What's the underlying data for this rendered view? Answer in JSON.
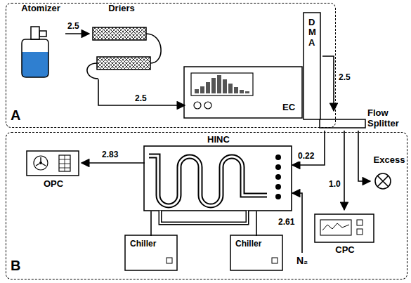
{
  "diagram": {
    "nodes": [
      {
        "text": [
          "A"
        ]
      },
      {
        "text": [
          "Atomizer"
        ],
        "in": 0
      },
      {
        "text": [
          "Driers"
        ],
        "in": 0
      },
      {
        "text": [
          "DMA",
          "EC"
        ],
        "in": 0
      },
      {
        "text": [
          "B"
        ]
      },
      {
        "text": [
          "Flow Splitter"
        ]
      },
      {
        "text": [
          "Excess"
        ],
        "in": 4
      },
      {
        "text": [
          "CPC"
        ],
        "in": 4
      },
      {
        "text": [
          "HINC"
        ],
        "in": 4
      },
      {
        "text": [
          "OPC"
        ],
        "in": 4
      },
      {
        "text": [
          "Chiller"
        ],
        "in": 4
      },
      {
        "text": [
          "Chiller"
        ],
        "in": 4
      }
    ],
    "edges": [
      {
        "from": 1,
        "to": 2,
        "arrow": "to",
        "label": "2.5"
      },
      {
        "from": 2,
        "to": 3,
        "arrow": "to",
        "label": "2.5"
      },
      {
        "from": 3,
        "to": 5,
        "arrow": "to",
        "label": "2.5"
      },
      {
        "from": 5,
        "to": 8,
        "arrow": "to",
        "label": "0.22"
      },
      {
        "from": 5,
        "to": 7,
        "arrow": "to",
        "label": "1.0"
      },
      {
        "from": 5,
        "to": 6,
        "arrow": "to"
      },
      {
        "from": 8,
        "to": 9,
        "arrow": "to",
        "label": "2.83"
      },
      {
        "from": 8,
        "to": 10,
        "arrow": "none"
      },
      {
        "from": 8,
        "to": 11,
        "arrow": "none"
      }
    ],
    "labels": [
      "2.61",
      "N₂"
    ]
  }
}
